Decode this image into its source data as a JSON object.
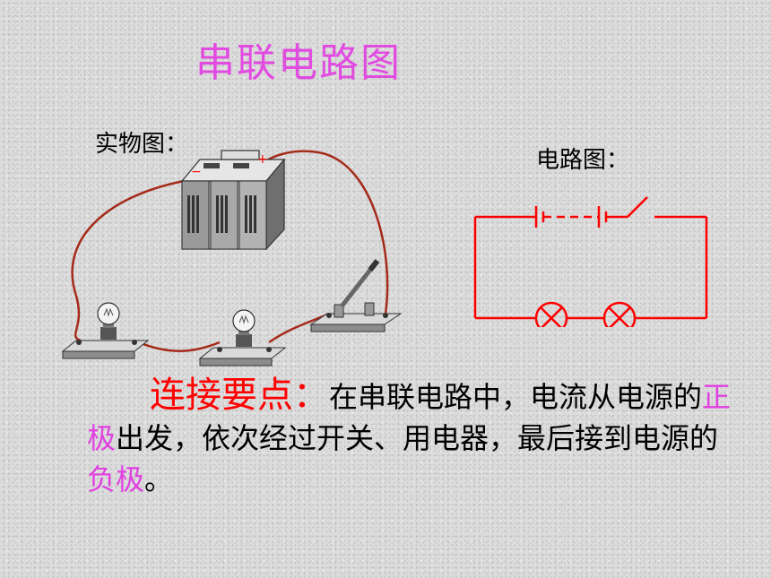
{
  "title": "串联电路图",
  "labels": {
    "physical": "实物图：",
    "circuit": "电路图："
  },
  "battery": {
    "plus": "+",
    "minus": "−"
  },
  "keypoint": {
    "heading": "连接要点：",
    "part1": "在串联电路中，电流从电源的",
    "highlight1": "正极",
    "part2": "出发，依次经过开关、用电器，最后接到电源的",
    "highlight2": "负极",
    "part3": "。"
  },
  "colors": {
    "title": "#e14be0",
    "heading": "#ff0000",
    "highlight": "#e040e0",
    "circuit_wire": "#ff0000",
    "physical_wire": "#a52a1a"
  }
}
